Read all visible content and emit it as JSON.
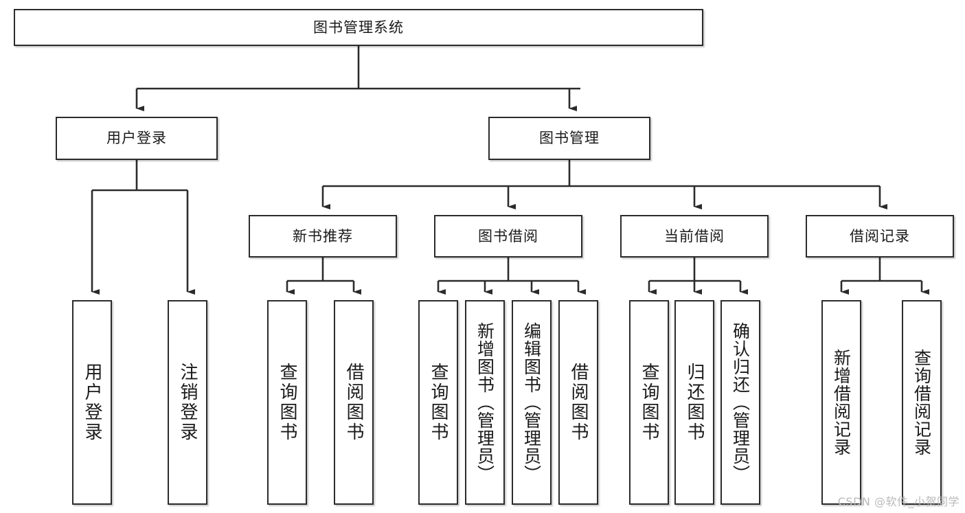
{
  "diagram": {
    "type": "tree-hierarchy",
    "title": "图书管理系统",
    "orientation": "top-down",
    "watermark": "CSDN @软件_小贺同学",
    "colors": {
      "box_border": "#2b2b2b",
      "box_fill": "#ffffff",
      "edge": "#2b2b2b",
      "text": "#1a1a1a",
      "watermark": "#b9b9b9"
    },
    "levels": [
      {
        "level": 1,
        "nodes": [
          {
            "id": "root",
            "label": "图书管理系统",
            "orientation": "horizontal"
          }
        ]
      },
      {
        "level": 2,
        "nodes": [
          {
            "id": "login",
            "label": "用户登录",
            "orientation": "horizontal",
            "parent": "root"
          },
          {
            "id": "bookmgmt",
            "label": "图书管理",
            "orientation": "horizontal",
            "parent": "root"
          }
        ]
      },
      {
        "level": 3,
        "nodes": [
          {
            "id": "newbook",
            "label": "新书推荐",
            "orientation": "horizontal",
            "parent": "bookmgmt"
          },
          {
            "id": "borrow",
            "label": "图书借阅",
            "orientation": "horizontal",
            "parent": "bookmgmt"
          },
          {
            "id": "current",
            "label": "当前借阅",
            "orientation": "horizontal",
            "parent": "bookmgmt"
          },
          {
            "id": "records",
            "label": "借阅记录",
            "orientation": "horizontal",
            "parent": "bookmgmt"
          }
        ]
      },
      {
        "level": 4,
        "nodes": [
          {
            "id": "leaf1",
            "label": "用户登录",
            "orientation": "vertical",
            "parent": "login"
          },
          {
            "id": "leaf2",
            "label": "注销登录",
            "orientation": "vertical",
            "parent": "login"
          },
          {
            "id": "leaf3",
            "label": "查询图书",
            "orientation": "vertical",
            "parent": "newbook"
          },
          {
            "id": "leaf4",
            "label": "借阅图书",
            "orientation": "vertical",
            "parent": "newbook"
          },
          {
            "id": "leaf5",
            "label": "查询图书",
            "orientation": "vertical",
            "parent": "borrow"
          },
          {
            "id": "leaf6",
            "label": "新增图书（管理员）",
            "orientation": "vertical",
            "parent": "borrow"
          },
          {
            "id": "leaf7",
            "label": "编辑图书（管理员）",
            "orientation": "vertical",
            "parent": "borrow"
          },
          {
            "id": "leaf8",
            "label": "借阅图书",
            "orientation": "vertical",
            "parent": "borrow"
          },
          {
            "id": "leaf9",
            "label": "查询图书",
            "orientation": "vertical",
            "parent": "current"
          },
          {
            "id": "leaf10",
            "label": "归还图书",
            "orientation": "vertical",
            "parent": "current"
          },
          {
            "id": "leaf11",
            "label": "确认归还（管理员）",
            "orientation": "vertical",
            "parent": "current"
          },
          {
            "id": "leaf12",
            "label": "新增借阅记录",
            "orientation": "vertical",
            "parent": "records"
          },
          {
            "id": "leaf13",
            "label": "查询借阅记录",
            "orientation": "vertical",
            "parent": "records"
          }
        ]
      }
    ]
  }
}
